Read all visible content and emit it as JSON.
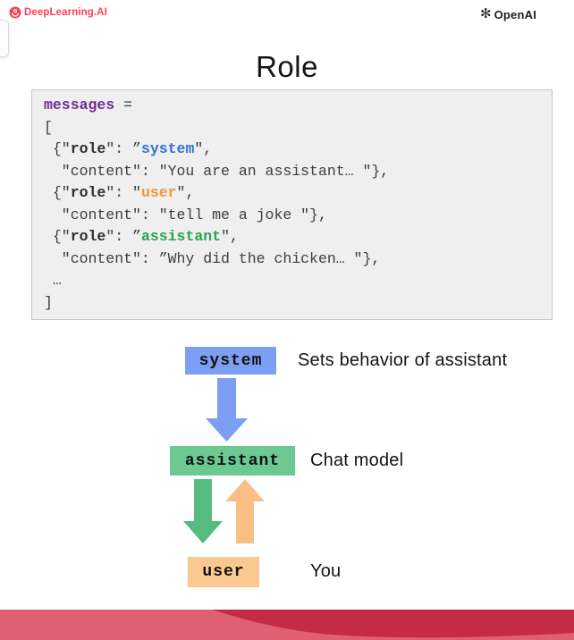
{
  "header": {
    "deeplearning_logo": "DeepLearning.AI",
    "openai_logo": "OpenAI"
  },
  "title": "Role",
  "code": {
    "colors": {
      "keyword": "#702c8f",
      "system": "#2f74d0",
      "user": "#ef9735",
      "assistant": "#2fa152"
    },
    "lines": [
      {
        "tokens": [
          {
            "t": "messages",
            "s": "kw"
          },
          {
            "t": " =",
            "s": "p"
          }
        ]
      },
      {
        "tokens": [
          {
            "t": "[",
            "s": "p"
          }
        ]
      },
      {
        "tokens": [
          {
            "t": " {\"",
            "s": "p"
          },
          {
            "t": "role",
            "s": "key"
          },
          {
            "t": "\": ”",
            "s": "p"
          },
          {
            "t": "system",
            "s": "sys"
          },
          {
            "t": "\",",
            "s": "p"
          }
        ]
      },
      {
        "tokens": [
          {
            "t": "  \"content\": \"You are an assistant… \"},",
            "s": "p"
          }
        ]
      },
      {
        "tokens": [
          {
            "t": " {\"",
            "s": "p"
          },
          {
            "t": "role",
            "s": "key"
          },
          {
            "t": "\": \"",
            "s": "p"
          },
          {
            "t": "user",
            "s": "usr"
          },
          {
            "t": "\",",
            "s": "p"
          }
        ]
      },
      {
        "tokens": [
          {
            "t": "  \"content\": \"tell me a joke \"},",
            "s": "p"
          }
        ]
      },
      {
        "tokens": [
          {
            "t": " {\"",
            "s": "p"
          },
          {
            "t": "role",
            "s": "key"
          },
          {
            "t": "\": ”",
            "s": "p"
          },
          {
            "t": "assistant",
            "s": "asst"
          },
          {
            "t": "\",",
            "s": "p"
          }
        ]
      },
      {
        "tokens": [
          {
            "t": "  \"content\": ”Why did the chicken… \"},",
            "s": "p"
          }
        ]
      },
      {
        "tokens": [
          {
            "t": " …",
            "s": "p"
          }
        ]
      },
      {
        "tokens": [
          {
            "t": "]",
            "s": "p"
          }
        ]
      }
    ]
  },
  "diagram": {
    "nodes": [
      {
        "label": "system",
        "color": "#7d9ff1",
        "annotation": "Sets behavior of assistant"
      },
      {
        "label": "assistant",
        "color": "#6cc992",
        "annotation": "Chat model"
      },
      {
        "label": "user",
        "color": "#fac891",
        "annotation": "You"
      }
    ],
    "arrows": [
      {
        "name": "system-to-assistant",
        "direction": "down",
        "color": "#7d9ff1"
      },
      {
        "name": "assistant-to-user",
        "direction": "down",
        "color": "#55bb7e"
      },
      {
        "name": "user-to-assistant",
        "direction": "up",
        "color": "#f8bf85"
      }
    ]
  },
  "footer": {
    "colors": {
      "light": "#df5f73",
      "dark": "#c62b45"
    }
  }
}
